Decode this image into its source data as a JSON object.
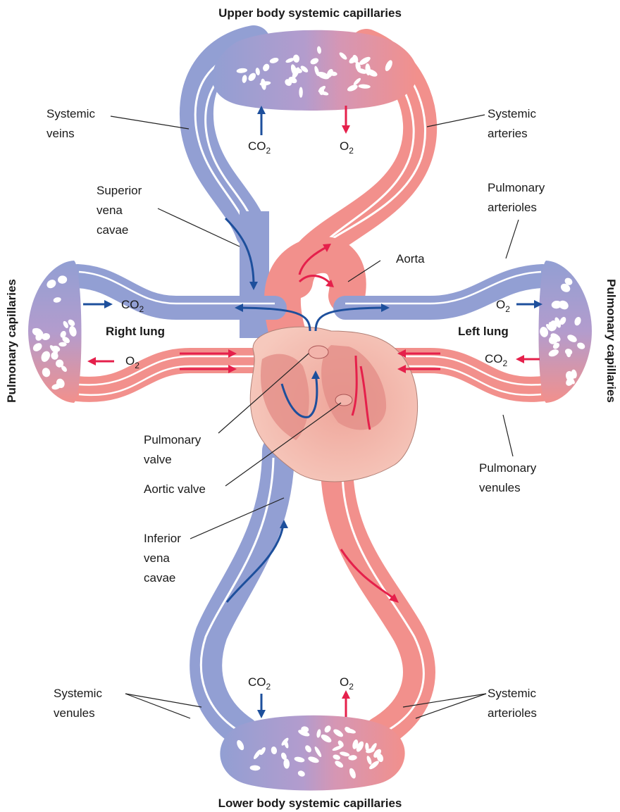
{
  "colors": {
    "deoxygenated": "#929fd3",
    "oxygenated": "#f2908c",
    "capillary_mix": "#b39ccd",
    "heart": "#f4c2b6",
    "co2_arrow": "#1d4f9c",
    "o2_arrow": "#e5204b"
  },
  "titles": {
    "upper": "Upper body systemic capillaries",
    "lower": "Lower body systemic capillaries",
    "pulm_left": "Pulmonary capillaries",
    "pulm_right": "Pulmonary capillaries"
  },
  "labels": {
    "systemic_veins": [
      "Systemic",
      "veins"
    ],
    "systemic_arteries": [
      "Systemic",
      "arteries"
    ],
    "superior_vena_cavae": [
      "Superior",
      "vena",
      "cavae"
    ],
    "pulmonary_arterioles": [
      "Pulmonary",
      "arterioles"
    ],
    "aorta": "Aorta",
    "right_lung": "Right lung",
    "left_lung": "Left lung",
    "pulmonary_valve": [
      "Pulmonary",
      "valve"
    ],
    "aortic_valve": "Aortic valve",
    "pulmonary_venules": [
      "Pulmonary",
      "venules"
    ],
    "inferior_vena_cavae": [
      "Inferior",
      "vena",
      "cavae"
    ],
    "systemic_venules": [
      "Systemic",
      "venules"
    ],
    "systemic_arterioles": [
      "Systemic",
      "arterioles"
    ]
  },
  "gas": {
    "co2_base": "CO",
    "o2_base": "O",
    "subscript": "2"
  }
}
